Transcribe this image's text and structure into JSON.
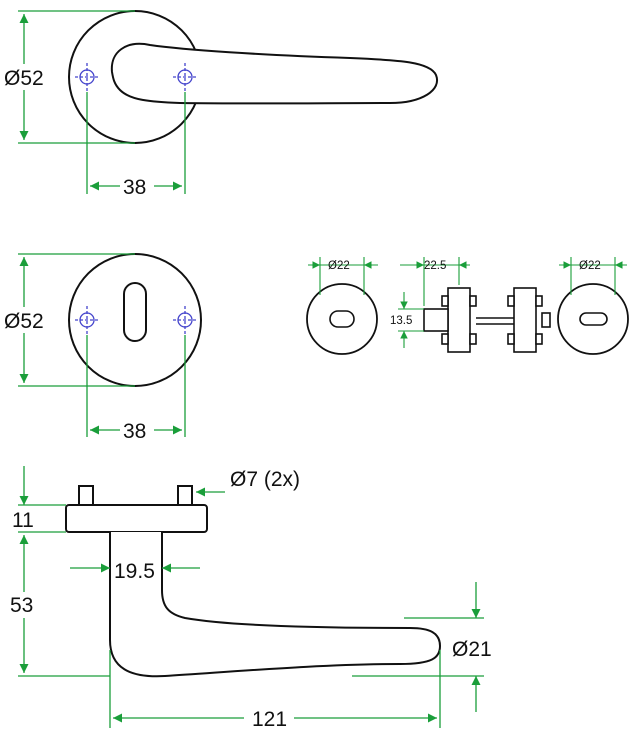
{
  "rose_handle": {
    "diameter_label": "Ø52",
    "spacing_label": "38"
  },
  "key_rose": {
    "diameter_label": "Ø52",
    "spacing_label": "38"
  },
  "wc_set": {
    "left_rose_label": "Ø22",
    "spindle_length_label": "22.5",
    "spindle_height_label": "13.5",
    "right_rose_label": "Ø22"
  },
  "side_view": {
    "pins_label": "Ø7 (2x)",
    "rose_thickness_label": "11",
    "handle_height_label": "53",
    "neck_width_label": "19.5",
    "grip_diameter_label": "Ø21",
    "projection_label": "121"
  },
  "colors": {
    "outline": "#111111",
    "dimension": "#1a9e3a",
    "centerline": "#4444cc"
  }
}
